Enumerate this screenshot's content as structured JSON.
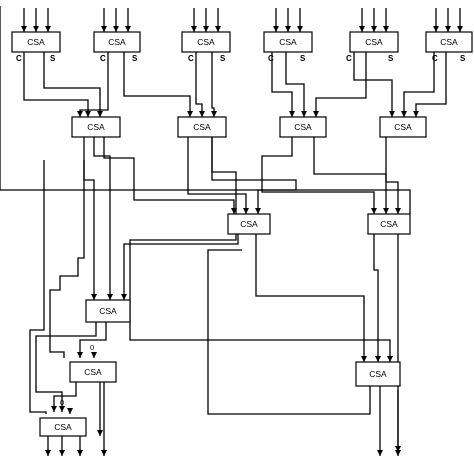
{
  "diagram": {
    "block_label": "CSA",
    "carry_port_label": "C",
    "sum_port_label": "S",
    "constant_zero": "0",
    "colors": {
      "stroke": "#000000",
      "background": "#ffffff"
    }
  }
}
